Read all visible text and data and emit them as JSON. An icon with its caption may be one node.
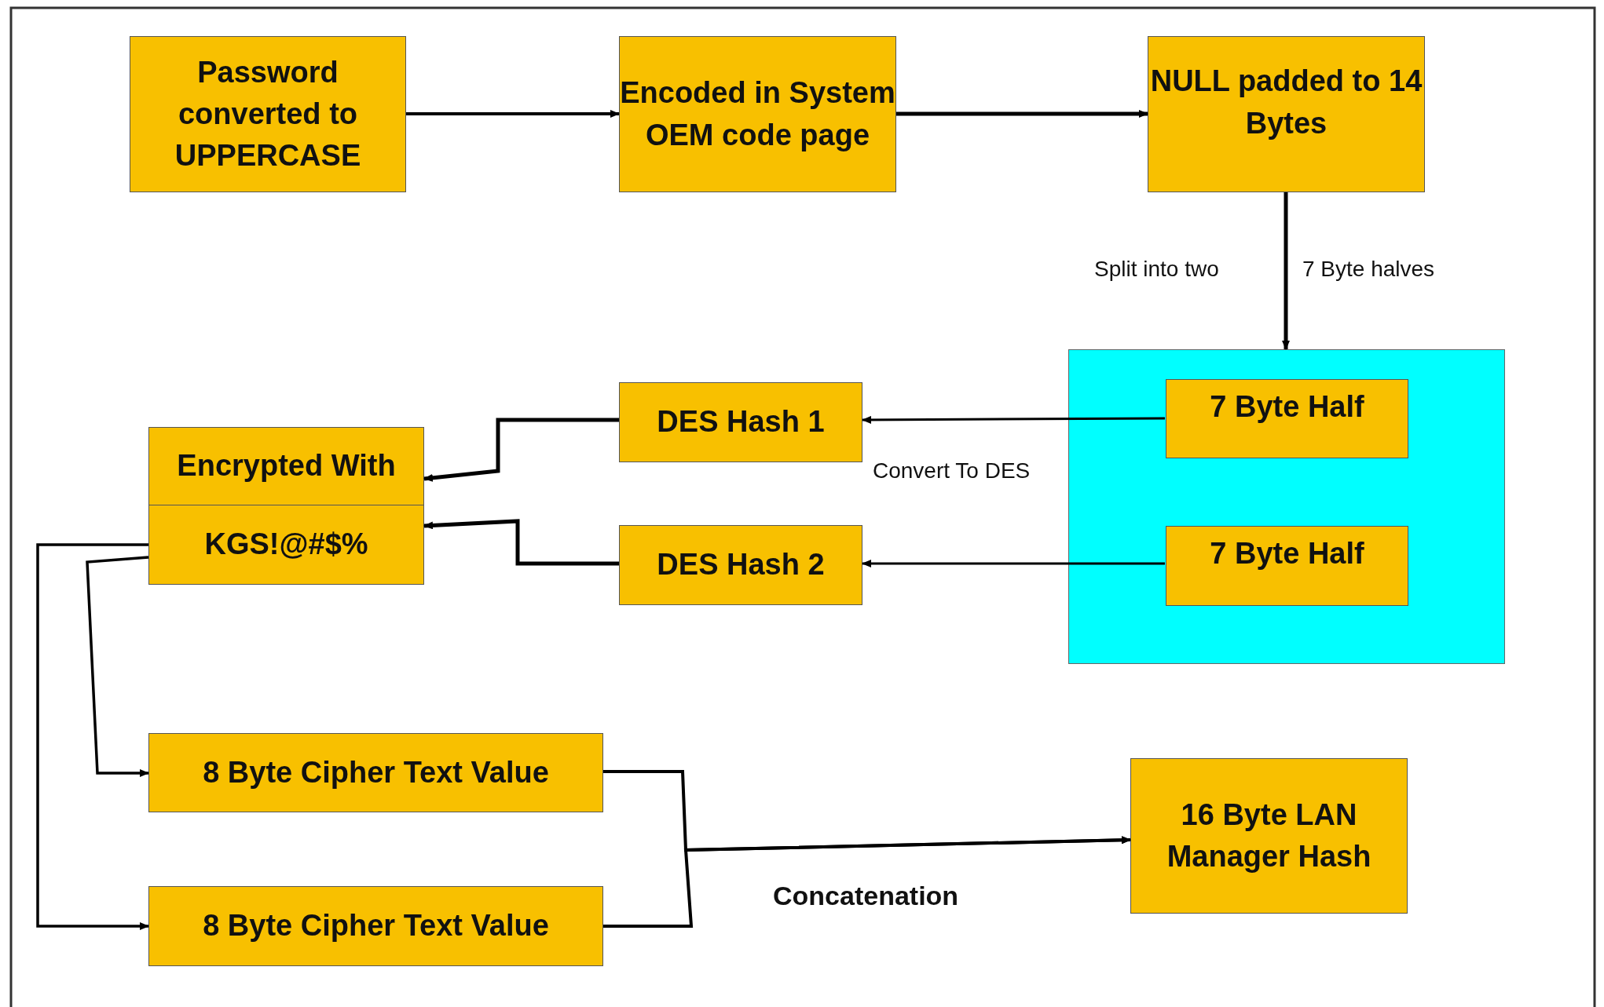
{
  "diagram": {
    "nodes": [
      {
        "text": [
          "Password converted to UPPERCASE"
        ]
      },
      {
        "text": [
          "Encoded in System OEM code page"
        ]
      },
      {
        "text": [
          "NULL padded to 14 Bytes"
        ]
      },
      {
        "text": [],
        "shape": "box"
      },
      {
        "text": [
          "7 Byte Half"
        ],
        "in": 3
      },
      {
        "text": [
          "7 Byte Half"
        ],
        "in": 3
      },
      {
        "text": [
          "DES Hash 1"
        ]
      },
      {
        "text": [
          "DES Hash 2"
        ]
      },
      {
        "text": [
          "Encrypted With"
        ]
      },
      {
        "text": [
          "KGS!@#$%"
        ]
      },
      {
        "text": [
          "8 Byte Cipher Text Value"
        ]
      },
      {
        "text": [
          "8 Byte Cipher Text Value"
        ]
      },
      {
        "text": [
          "16 Byte LAN Manager Hash"
        ]
      }
    ],
    "edges": [
      {
        "from": 0,
        "to": 1,
        "arrow": "to"
      },
      {
        "from": 1,
        "to": 2,
        "arrow": "to"
      },
      {
        "from": 2,
        "to": 3,
        "arrow": "to"
      },
      {
        "from": 4,
        "to": 6,
        "arrow": "to"
      },
      {
        "from": 5,
        "to": 7,
        "arrow": "to"
      },
      {
        "from": 6,
        "to": 8,
        "arrow": "to"
      },
      {
        "from": 7,
        "to": 9,
        "arrow": "to"
      },
      {
        "from": 9,
        "to": 10,
        "arrow": "to"
      },
      {
        "from": 9,
        "to": 11,
        "arrow": "to"
      },
      {
        "from": 10,
        "to": 12,
        "arrow": "to"
      },
      {
        "from": 11,
        "to": 12,
        "arrow": "to"
      }
    ],
    "labels": [
      "Split into two",
      "7 Byte halves",
      "Convert To DES",
      "Concatenation"
    ]
  }
}
